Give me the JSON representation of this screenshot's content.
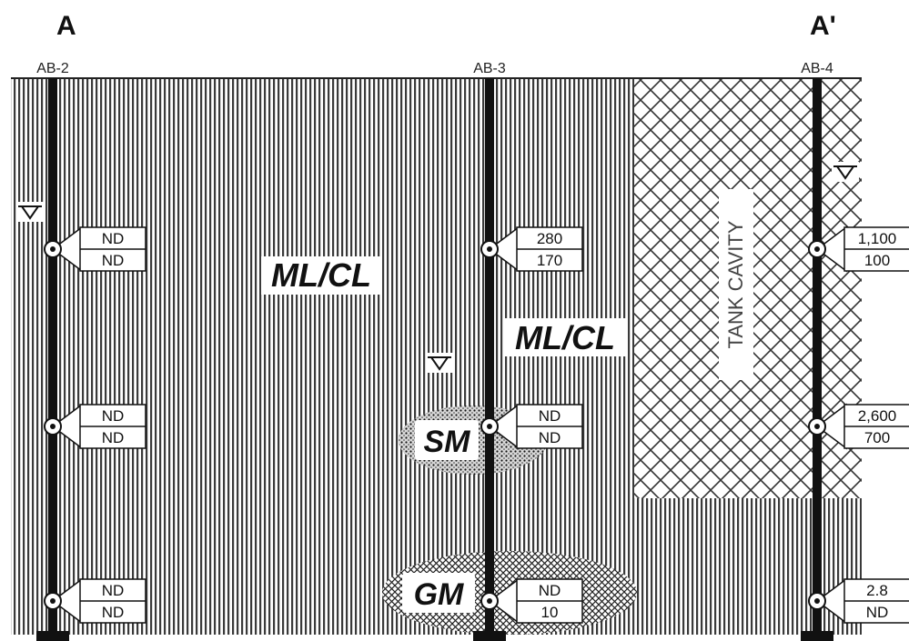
{
  "section": {
    "start_label": "A",
    "end_label": "A'"
  },
  "soils": {
    "main_1": "ML/CL",
    "main_2": "ML/CL",
    "lens_sm": "SM",
    "lens_gm": "GM",
    "tank": "TANK CAVITY"
  },
  "borings": [
    {
      "id": "AB-2",
      "samples": [
        {
          "top": "ND",
          "bottom": "ND"
        },
        {
          "top": "ND",
          "bottom": "ND"
        },
        {
          "top": "ND",
          "bottom": "ND"
        }
      ]
    },
    {
      "id": "AB-3",
      "samples": [
        {
          "top": "280",
          "bottom": "170"
        },
        {
          "top": "ND",
          "bottom": "ND"
        },
        {
          "top": "ND",
          "bottom": "10"
        }
      ]
    },
    {
      "id": "AB-4",
      "samples": [
        {
          "top": "1,100",
          "bottom": "100"
        },
        {
          "top": "2,600",
          "bottom": "700"
        },
        {
          "top": "2.8",
          "bottom": "ND"
        }
      ]
    }
  ]
}
